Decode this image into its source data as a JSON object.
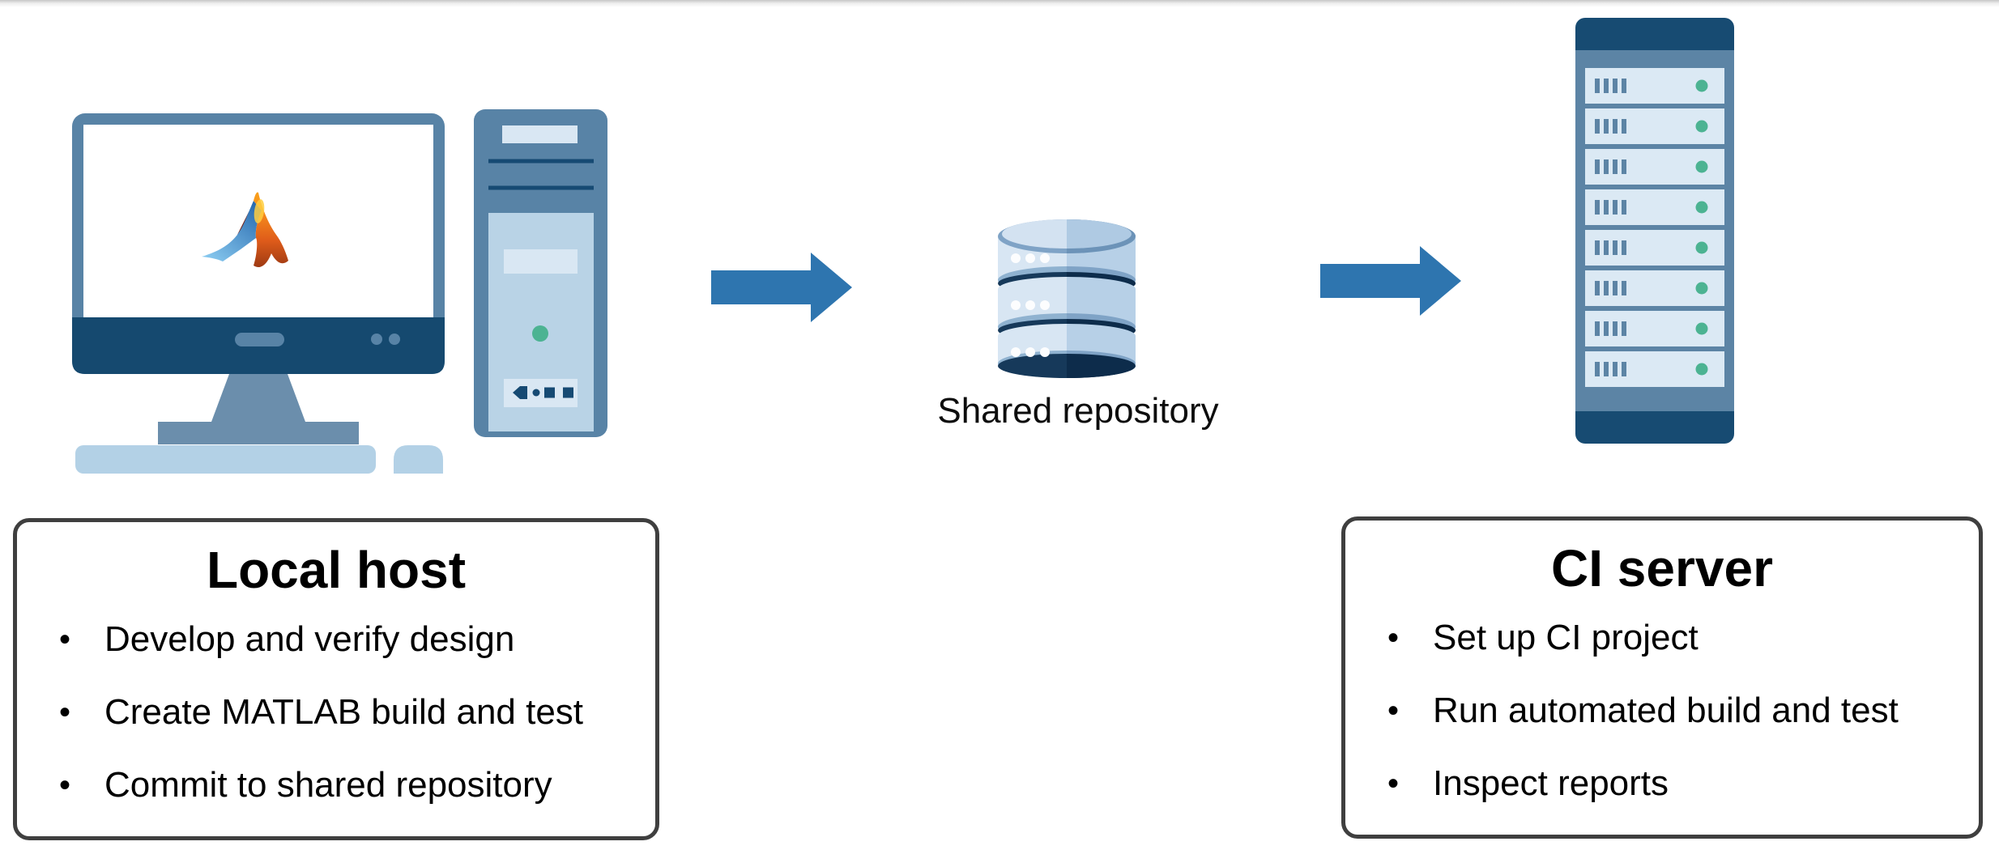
{
  "diagram": {
    "bullet_char": "•",
    "nodes": {
      "local_host": {
        "title": "Local host",
        "bullets": [
          "Develop and verify design",
          "Create MATLAB build and test",
          "Commit to shared repository"
        ]
      },
      "shared_repository": {
        "label": "Shared repository"
      },
      "ci_server": {
        "title": "CI server",
        "bullets": [
          "Set up CI project",
          "Run automated build and test",
          "Inspect reports"
        ]
      }
    },
    "icons": [
      "desktop-computer-icon",
      "matlab-logo-icon",
      "tower-pc-icon",
      "flow-arrow-icon",
      "database-icon",
      "server-rack-icon"
    ],
    "colors": {
      "slate_blue": "#5883A6",
      "navy": "#15496F",
      "stand_blue": "#6B8EAC",
      "light_panel_blue": "#B9D3E6",
      "pale_blue": "#D9E7F3",
      "keyboard_blue": "#B3D1E6",
      "arrow_blue": "#2E75AF",
      "green_indicator": "#4CB392",
      "db_left_light": "#D8E6F3",
      "db_right_mid": "#B7D0E7",
      "db_band_navy": "#16395A",
      "box_border_gray": "#3F3F3F",
      "text_black": "#000000"
    }
  }
}
